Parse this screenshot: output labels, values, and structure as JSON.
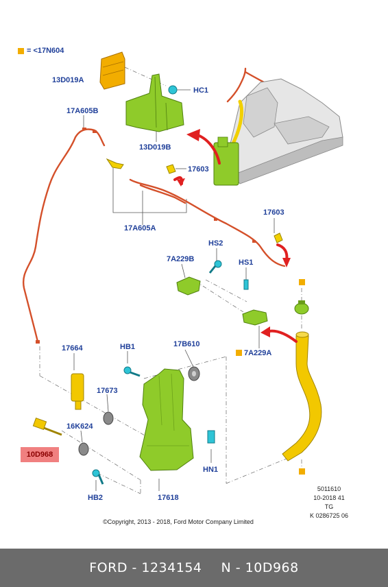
{
  "legend": {
    "symbol_color": "#f2ad00",
    "equals": "=",
    "text": "<17N604"
  },
  "labels": {
    "p13D019A": "13D019A",
    "pHC1": "HC1",
    "p17A605B": "17A605B",
    "p13D019B": "13D019B",
    "p17603a": "17603",
    "p17603b": "17603",
    "p17A605A": "17A605A",
    "pHS2": "HS2",
    "p7A229B": "7A229B",
    "pHS1": "HS1",
    "p7A229A": "7A229A",
    "p17664": "17664",
    "pHB1": "HB1",
    "p17B610": "17B610",
    "p17673": "17673",
    "p16K624": "16K624",
    "p10D968": "10D968",
    "pHN1": "HN1",
    "pHB2": "HB2",
    "p17618": "17618"
  },
  "ref": {
    "line1": "5011610",
    "line2": "10-2018 41",
    "line3": "TG",
    "line4": "K 0286725 06"
  },
  "copyright": "©Copyright, 2013 - 2018, Ford Motor Company Limited",
  "footer": {
    "brand_part": "FORD - 1234154",
    "n_part": "N - 10D968"
  },
  "colors": {
    "label": "#1f3f99",
    "green_part": "#8fcb2a",
    "orange_part": "#f2ad00",
    "hose": "#d4502a",
    "arrow": "#e02020",
    "highlight": "#f08080",
    "footer_bg": "#6b6b6b"
  }
}
